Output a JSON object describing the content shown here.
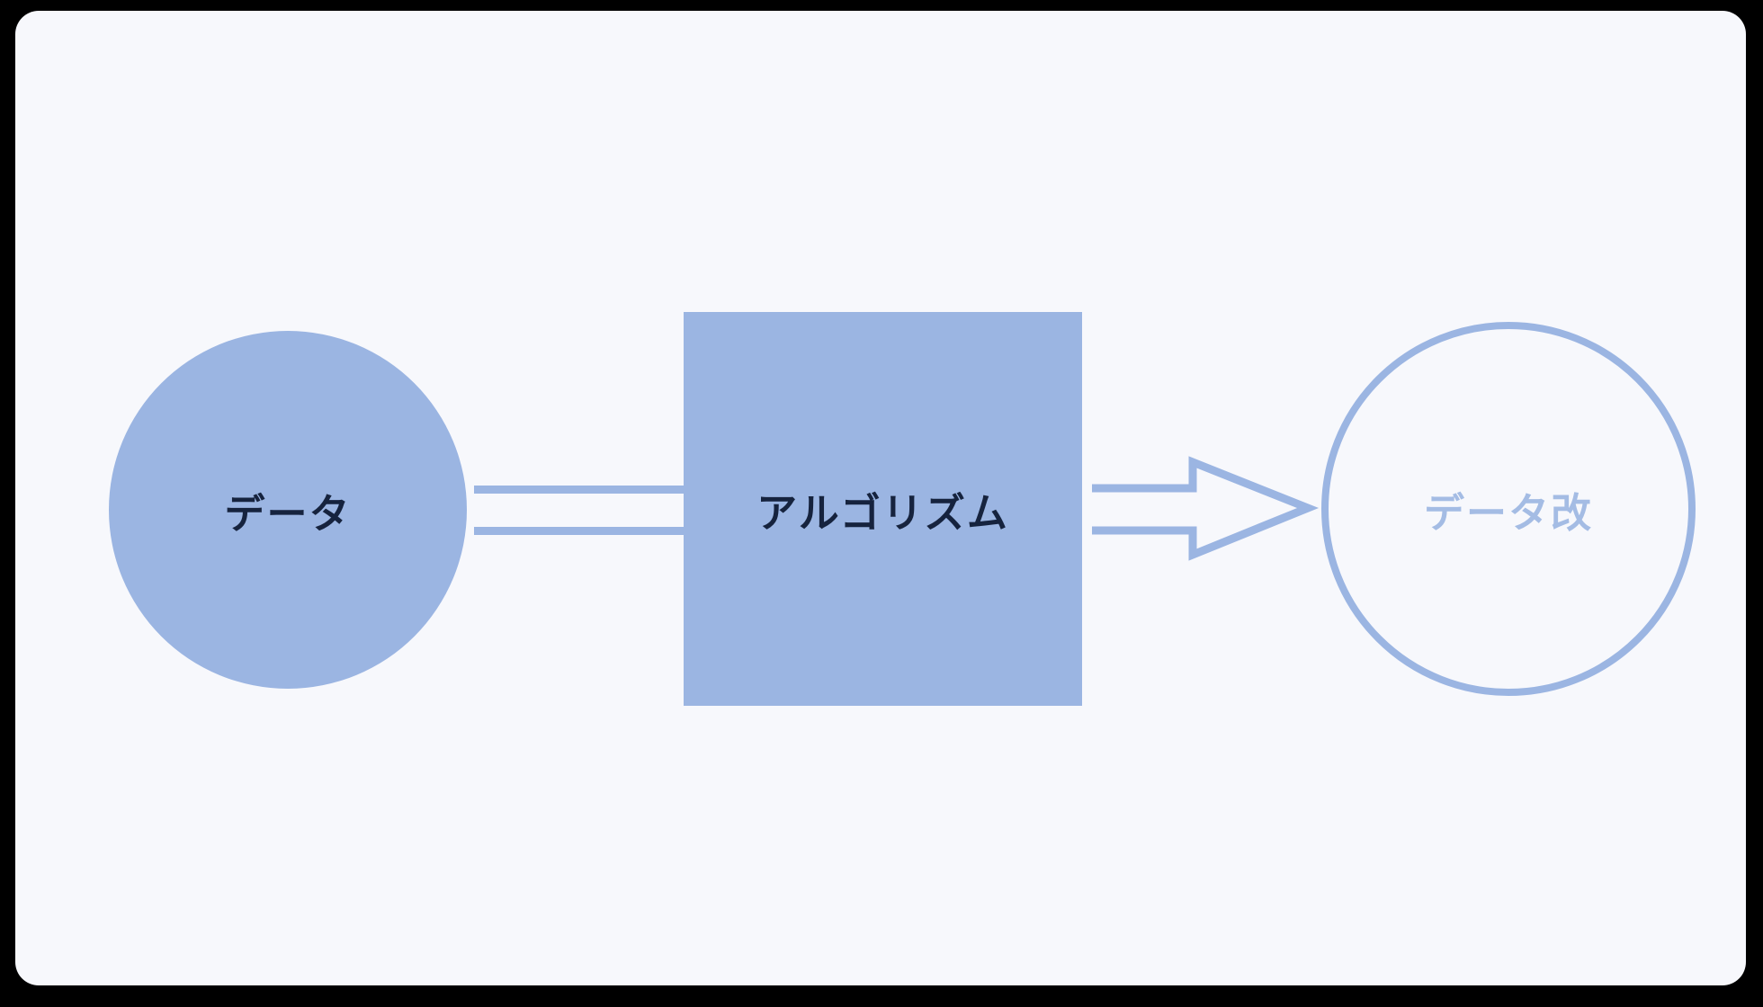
{
  "diagram": {
    "colors": {
      "frame": "#000000",
      "canvas": "#f7f8fc",
      "accent": "#9bb5e2",
      "dark-text": "#16233e",
      "light-text": "#a4bce4"
    },
    "nodes": [
      {
        "id": "data",
        "shape": "filled-circle",
        "label": "データ",
        "fill": "#9bb5e2",
        "text_color": "#16233e"
      },
      {
        "id": "algorithm",
        "shape": "filled-square",
        "label": "アルゴリズム",
        "fill": "#9bb5e2",
        "text_color": "#16233e"
      },
      {
        "id": "data-kai",
        "shape": "outlined-circle",
        "label": "データ改",
        "fill": "none",
        "stroke": "#9bb5e2",
        "text_color": "#a4bce4"
      }
    ],
    "connectors": [
      {
        "from": "data",
        "to": "algorithm",
        "type": "double-line",
        "color": "#9bb5e2"
      },
      {
        "from": "algorithm",
        "to": "data-kai",
        "type": "open-arrow",
        "color": "#9bb5e2"
      }
    ]
  }
}
